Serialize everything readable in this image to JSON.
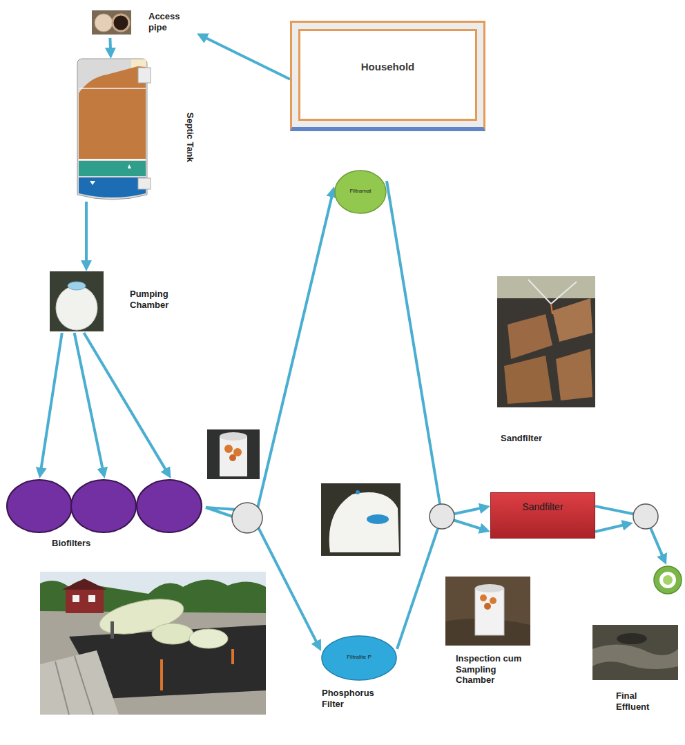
{
  "diagram": {
    "nodes": [
      {
        "text": [
          "Access pipe"
        ]
      },
      {
        "text": [
          "Household"
        ]
      },
      {
        "text": [
          "Septic Tank"
        ]
      },
      {
        "text": [
          "Pumping Chamber"
        ]
      },
      {
        "text": [
          "Biofilters"
        ]
      },
      {
        "text": [
          "Filtramat"
        ]
      },
      {
        "text": [
          "Filtralite P"
        ]
      },
      {
        "text": [
          "Sandfilter"
        ]
      },
      {
        "text": [
          "Final Effluent"
        ]
      }
    ],
    "edges": [
      {
        "from": 1,
        "to": 0,
        "arrow": "to"
      },
      {
        "from": 0,
        "to": 2,
        "arrow": "to"
      },
      {
        "from": 2,
        "to": 3,
        "arrow": "to"
      },
      {
        "from": 3,
        "to": 4,
        "arrow": "to"
      },
      {
        "from": 3,
        "to": 4,
        "arrow": "to"
      },
      {
        "from": 3,
        "to": 4,
        "arrow": "to"
      },
      {
        "from": 4,
        "to": 5,
        "arrow": "to"
      },
      {
        "from": 4,
        "to": 6,
        "arrow": "to"
      },
      {
        "from": 5,
        "to": 7,
        "arrow": "to"
      },
      {
        "from": 6,
        "to": 7,
        "arrow": "to"
      },
      {
        "from": 7,
        "to": 8,
        "arrow": "to"
      }
    ],
    "labels": [
      "Sandfilter",
      "Phosphorus Filter",
      "Inspection cum Sampling Chamber"
    ]
  }
}
